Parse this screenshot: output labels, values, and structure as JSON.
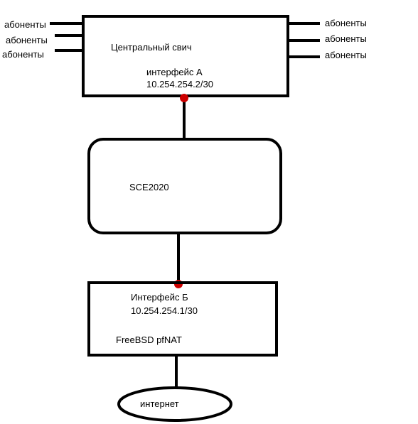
{
  "colors": {
    "line": "#000000",
    "connector_dot": "#cc0000",
    "background": "#ffffff"
  },
  "central_switch": {
    "title": "Центральный свич",
    "interface_label": "интерфейс А",
    "interface_ip": "10.254.254.2/30"
  },
  "left_subscribers": [
    "абоненты",
    "абоненты",
    "абоненты"
  ],
  "right_subscribers": [
    "абоненты",
    "абоненты",
    "абоненты"
  ],
  "sce": {
    "title": "SCE2020"
  },
  "freebsd": {
    "interface_label": "Интерфейс Б",
    "interface_ip": "10.254.254.1/30",
    "title": "FreeBSD pfNAT"
  },
  "internet": {
    "label": "интернет"
  }
}
